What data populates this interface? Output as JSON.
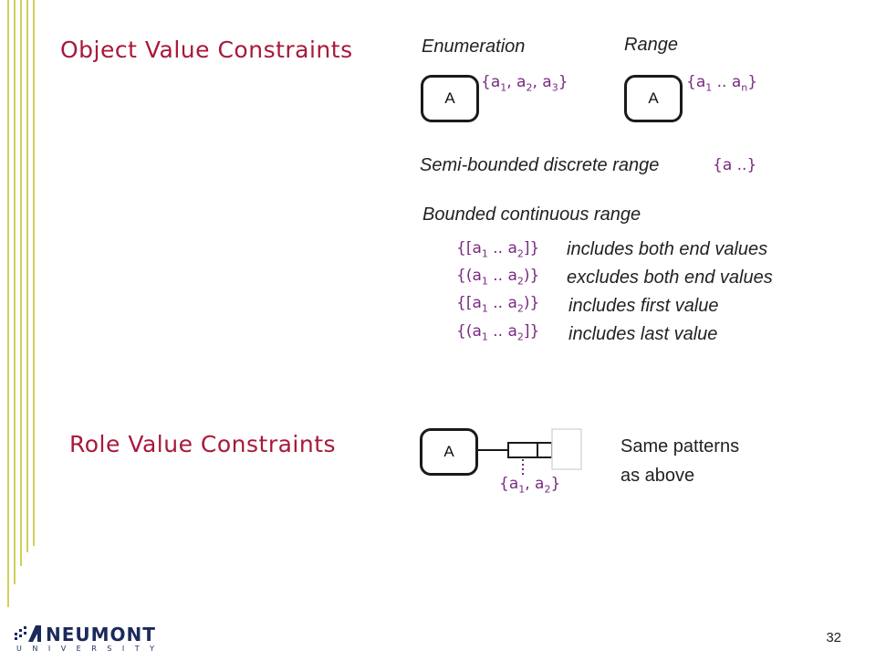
{
  "title_object": "Object Value Constraints",
  "title_role": "Role Value Constraints",
  "enumeration": {
    "heading": "Enumeration",
    "box_label": "A",
    "value_set": [
      {
        "t": "{a"
      },
      {
        "s": "1"
      },
      {
        "t": ", a"
      },
      {
        "s": "2"
      },
      {
        "t": ", a"
      },
      {
        "s": "3"
      },
      {
        "t": "}"
      }
    ]
  },
  "range": {
    "heading": "Range",
    "box_label": "A",
    "value_set": [
      {
        "t": "{a"
      },
      {
        "s": "1"
      },
      {
        "t": " .. a"
      },
      {
        "s": "n"
      },
      {
        "t": "}"
      }
    ]
  },
  "semi_bounded": {
    "heading": "Semi-bounded discrete range",
    "value_set": "{a ..}"
  },
  "bounded": {
    "heading": "Bounded continuous range",
    "rows": [
      {
        "expr": [
          {
            "t": "{[a"
          },
          {
            "s": "1"
          },
          {
            "t": " .. a"
          },
          {
            "s": "2"
          },
          {
            "t": "]}"
          }
        ],
        "desc": "includes both end values"
      },
      {
        "expr": [
          {
            "t": "{(a"
          },
          {
            "s": "1"
          },
          {
            "t": " .. a"
          },
          {
            "s": "2"
          },
          {
            "t": ")}"
          }
        ],
        "desc": "excludes both end values"
      },
      {
        "expr": [
          {
            "t": "{[a"
          },
          {
            "s": "1"
          },
          {
            "t": " .. a"
          },
          {
            "s": "2"
          },
          {
            "t": ")}"
          }
        ],
        "desc": "includes first value"
      },
      {
        "expr": [
          {
            "t": "{(a"
          },
          {
            "s": "1"
          },
          {
            "t": " .. a"
          },
          {
            "s": "2"
          },
          {
            "t": "]}"
          }
        ],
        "desc": "includes last value"
      }
    ]
  },
  "role": {
    "box_label": "A",
    "value_set": [
      {
        "t": "{a"
      },
      {
        "s": "1"
      },
      {
        "t": ", a"
      },
      {
        "s": "2"
      },
      {
        "t": "}"
      }
    ],
    "note_line1": "Same patterns",
    "note_line2": "as above"
  },
  "logo": {
    "name": "NEUMONT",
    "sub": "UNIVERSITY"
  },
  "page_number": "32",
  "colors": {
    "title": "#a8183a",
    "value": "#7a2a82",
    "rule": "#d2cf5a"
  }
}
